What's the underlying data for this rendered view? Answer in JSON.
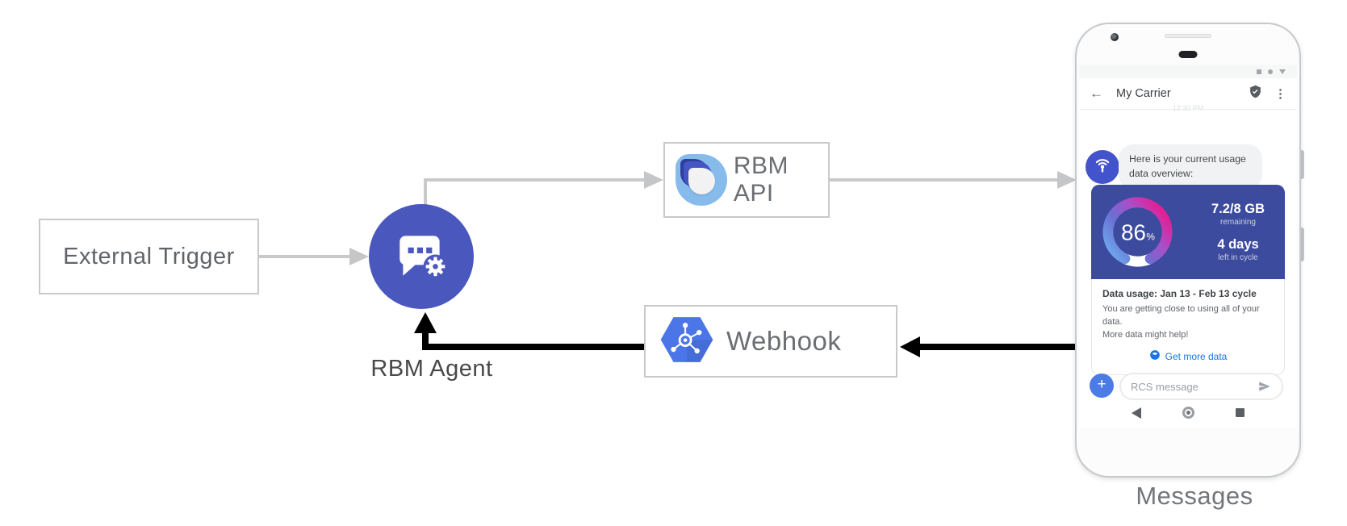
{
  "diagram": {
    "external_trigger_label": "External Trigger",
    "rbm_agent_label": "RBM Agent",
    "rbm_api_label": "RBM API",
    "webhook_label": "Webhook",
    "messages_caption": "Messages"
  },
  "phone": {
    "app_bar": {
      "title": "My Carrier"
    },
    "timestamp": "12:30 PM",
    "message": {
      "line1": "Here is your current usage",
      "line2": "data overview:"
    },
    "usage_gauge": {
      "percent": "86",
      "percent_sign": "%",
      "remaining_value": "7.2/8 GB",
      "remaining_label": "remaining",
      "days_value": "4 days",
      "days_label": "left in cycle"
    },
    "usage_card": {
      "title": "Data usage: Jan 13 - Feb 13 cycle",
      "body_line1": "You are getting close to using all of your data.",
      "body_line2": "More data might help!",
      "action_label": "Get more data"
    },
    "composer": {
      "placeholder": "RCS message"
    }
  },
  "colors": {
    "agent_blue": "#4a58bd",
    "card_indigo": "#3c4b9e",
    "link_blue": "#1a73e8",
    "hexagon_blue": "#4c76e8",
    "gauge_start_blue": "#6fb0f2",
    "gauge_end_pink": "#e32094",
    "connector_gray": "#c9c9c9",
    "connector_black": "#000000"
  }
}
